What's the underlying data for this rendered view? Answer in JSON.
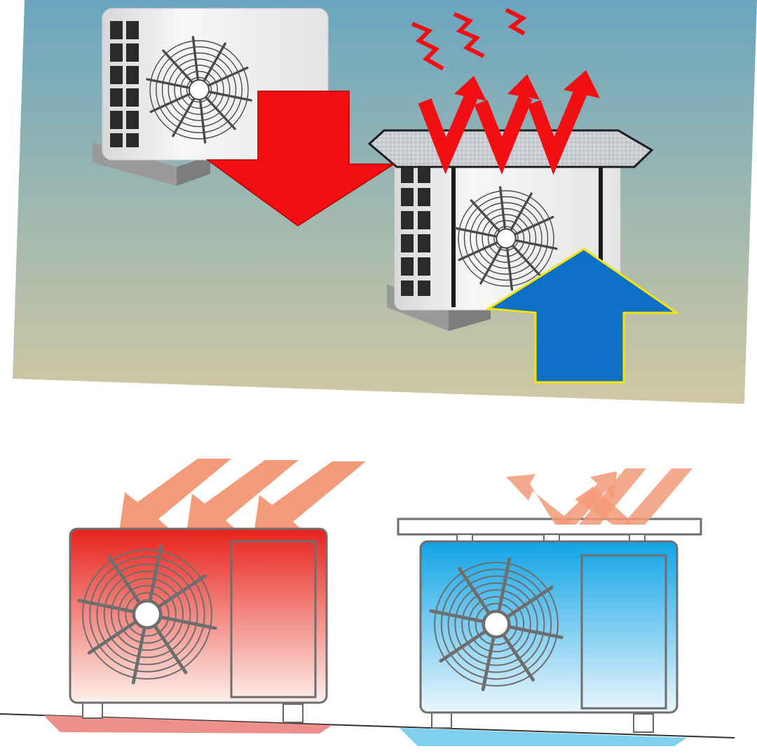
{
  "palette": {
    "sky_top": "#6aa6bf",
    "sky_bottom": "#d1c8a2",
    "heat_red": "#f20e12",
    "cool_blue": "#0d6fc6",
    "blue_outline": "#f2e600",
    "sun_ray": "#f39a78",
    "hot_unit_top": "#e8231c",
    "hot_unit_bottom": "#fdf0ea",
    "cool_unit_top": "#11a4e6",
    "cool_unit_bottom": "#eaf6fc",
    "unit_white": "#f4f4f4",
    "line_gray": "#6e6e6e",
    "shadow_red": "#ef8f8b",
    "shadow_blue": "#7fd0ef"
  },
  "panels": {
    "top": {
      "scene": "photo-illustration",
      "left_unit": "uncovered-ac-unit",
      "right_unit": "covered-ac-unit",
      "down_arrow": "red-heat-arrow-down",
      "up_arrow": "blue-cool-air-arrow-up",
      "reflected_rays": "red-zigzag-arrows-up",
      "heat_waves": "red-squiggle-heat-lines"
    },
    "bottom": {
      "scene": "line-illustration",
      "left_unit": "hot-ac-unit-red",
      "right_unit": "cool-ac-unit-blue",
      "incoming_rays": "sun-ray-arrows",
      "reflected_rays": "deflected-ray-arrows",
      "cover": "reflective-cover-board"
    }
  }
}
